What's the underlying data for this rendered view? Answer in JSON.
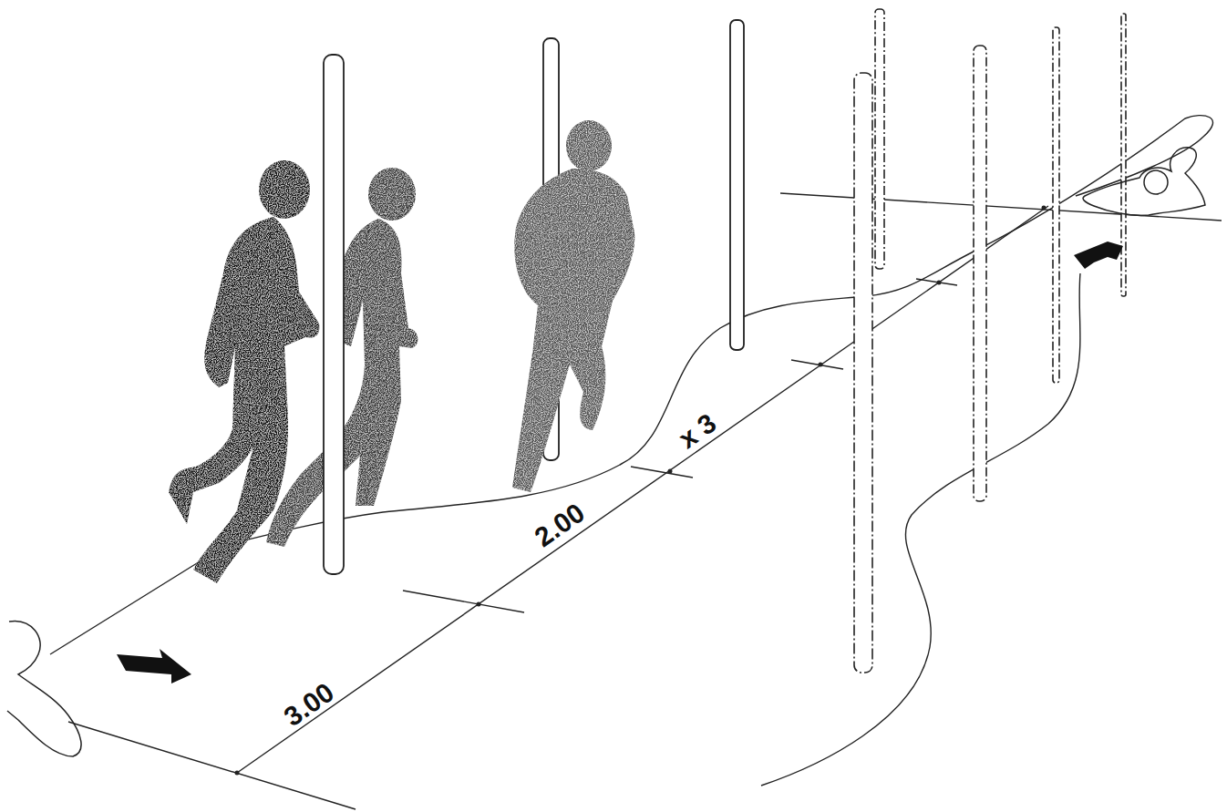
{
  "diagram": {
    "labels": [
      "3.00",
      "2.00",
      "x 3"
    ]
  }
}
